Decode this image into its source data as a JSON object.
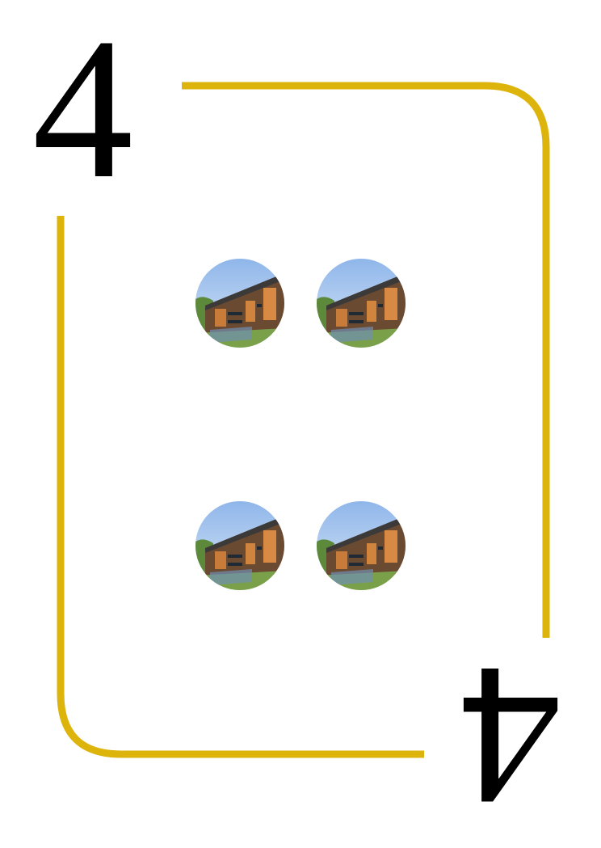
{
  "card": {
    "rank_top": "4",
    "rank_bottom": "4",
    "accent_color": "#DDB40C",
    "pip_count": 4,
    "pip_image": "building-photo"
  }
}
